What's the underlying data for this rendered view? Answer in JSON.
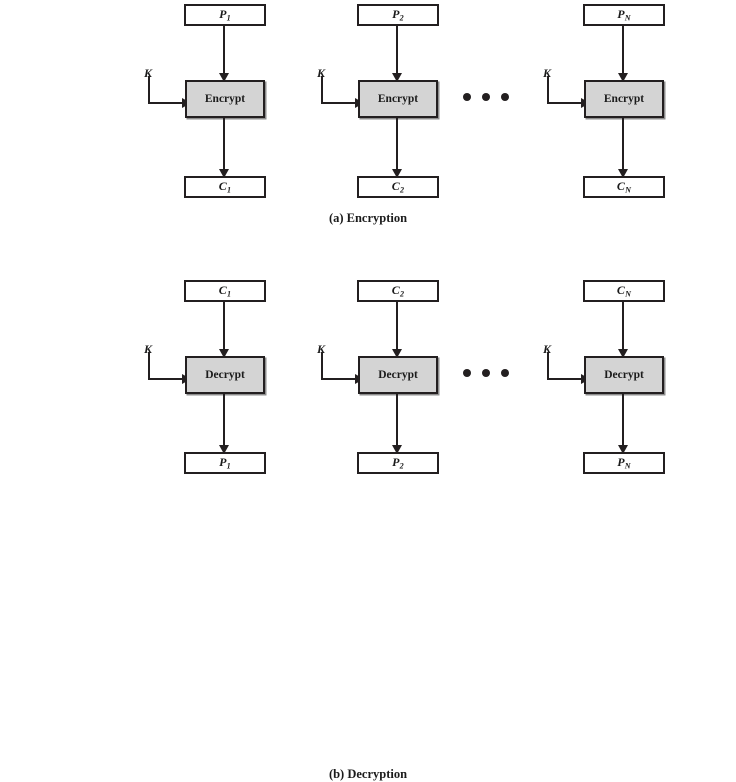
{
  "figure": {
    "background": "#ffffff",
    "box_border_color": "#231f20",
    "cipher_fill_color": "#d4d4d4",
    "data_fill_color": "#ffffff"
  },
  "panels": [
    {
      "id": "encryption",
      "caption": "(a) Encryption",
      "operation_label": "Encrypt",
      "key_label": "K",
      "stages": [
        {
          "input_label": "P1",
          "input_base": "P",
          "input_sub": "1",
          "operation": "Encrypt",
          "output_label": "C1",
          "output_base": "C",
          "output_sub": "1",
          "key": "K"
        },
        {
          "input_label": "P2",
          "input_base": "P",
          "input_sub": "2",
          "operation": "Encrypt",
          "output_label": "C2",
          "output_base": "C",
          "output_sub": "2",
          "key": "K"
        },
        {
          "input_label": "PN",
          "input_base": "P",
          "input_sub": "N",
          "operation": "Encrypt",
          "output_label": "CN",
          "output_base": "C",
          "output_sub": "N",
          "key": "K"
        }
      ],
      "ellipsis": "• • •"
    },
    {
      "id": "decryption",
      "caption": "(b) Decryption",
      "operation_label": "Decrypt",
      "key_label": "K",
      "stages": [
        {
          "input_label": "C1",
          "input_base": "C",
          "input_sub": "1",
          "operation": "Decrypt",
          "output_label": "P1",
          "output_base": "P",
          "output_sub": "1",
          "key": "K"
        },
        {
          "input_label": "C2",
          "input_base": "C",
          "input_sub": "2",
          "operation": "Decrypt",
          "output_label": "P2",
          "output_base": "P",
          "output_sub": "2",
          "key": "K"
        },
        {
          "input_label": "CN",
          "input_base": "C",
          "input_sub": "N",
          "operation": "Decrypt",
          "output_label": "PN",
          "output_base": "P",
          "output_sub": "N",
          "key": "K"
        }
      ],
      "ellipsis": "• • •"
    }
  ]
}
